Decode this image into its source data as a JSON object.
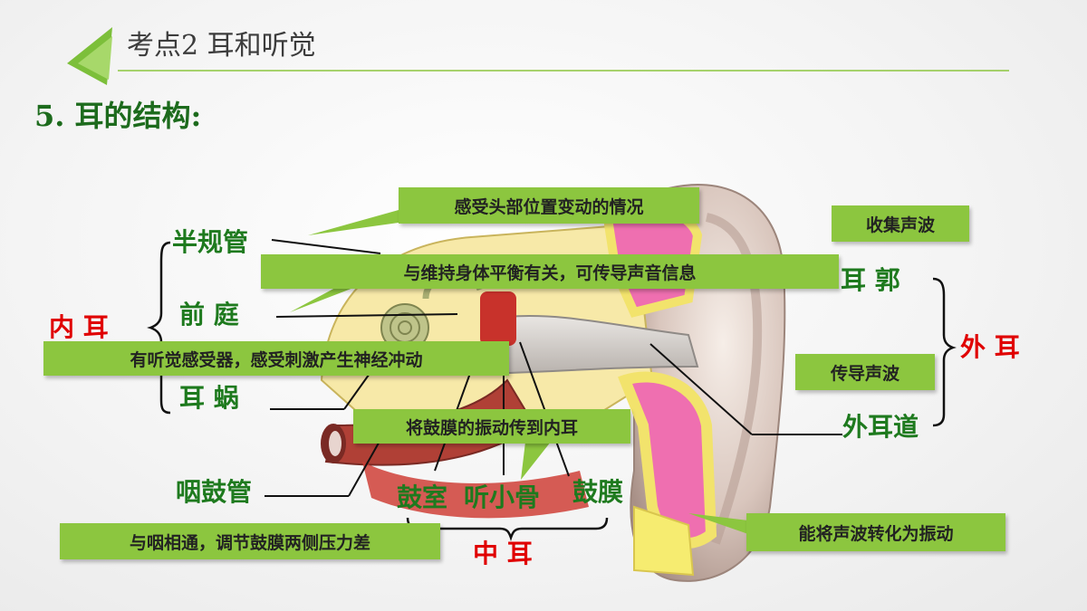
{
  "header": {
    "title": "考点2 耳和听觉",
    "subtitle": "5. 耳的结构:"
  },
  "groups": {
    "inner_ear": "内 耳",
    "outer_ear": "外 耳",
    "middle_ear": "中 耳"
  },
  "parts": {
    "semicircular_canals": "半规管",
    "vestibule": "前 庭",
    "cochlea": "耳 蜗",
    "eustachian_tube": "咽鼓管",
    "tympanic_cavity": "鼓室",
    "ossicles": "听小骨",
    "eardrum": "鼓膜",
    "auricle": "耳 郭",
    "ear_canal": "外耳道"
  },
  "notes": {
    "semicircular_canals": "感受头部位置变动的情况",
    "vestibule": "与维持身体平衡有关，可传导声音信息",
    "cochlea": "有听觉感受器，感受刺激产生神经冲动",
    "ossicles": "将鼓膜的振动传到内耳",
    "eustachian_tube": "与咽相通，调节鼓膜两侧压力差",
    "auricle": "收集声波",
    "ear_canal": "传导声波",
    "eardrum": "能将声波转化为振动"
  },
  "colors": {
    "accent_green": "#8cc63f",
    "label_green": "#1e7a1e",
    "label_red": "#e00000"
  }
}
